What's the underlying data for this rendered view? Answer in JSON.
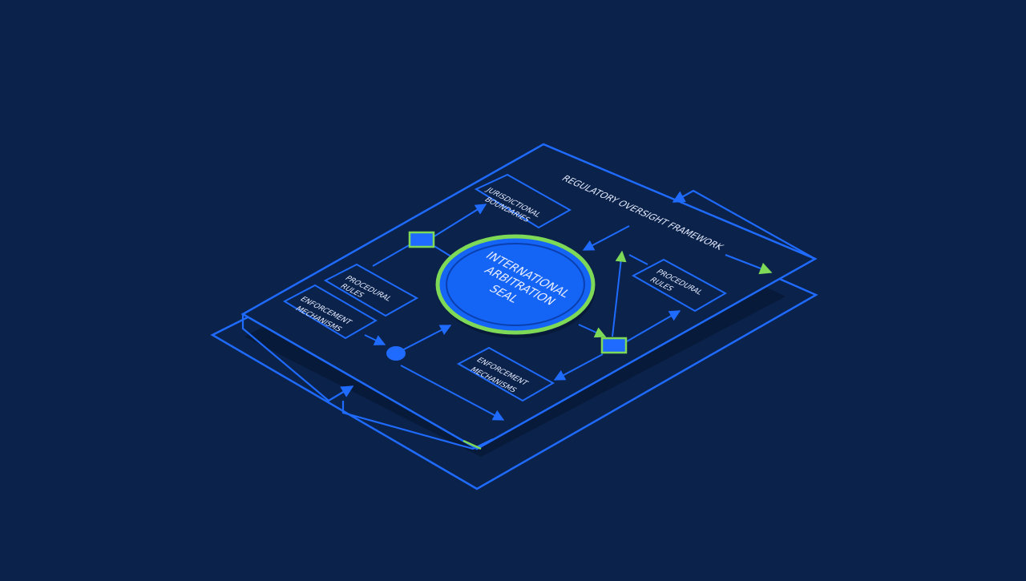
{
  "diagram": {
    "framework_title": "REGULATORY OVERSIGHT FRAMEWORK",
    "center_seal": {
      "line1": "INTERNATIONAL",
      "line2": "ARBITRATION",
      "line3": "SEAL"
    },
    "boxes": {
      "jurisdictional": {
        "line1": "JURISDICTIONAL",
        "line2": "BOUNDARIES"
      },
      "procedural_left": {
        "line1": "PROCEDURAL",
        "line2": "RULES"
      },
      "enforcement_left": {
        "line1": "ENFORCEMENT",
        "line2": "MECHANISMS"
      },
      "procedural_right": {
        "line1": "PROCEDURAL",
        "line2": "RULES"
      },
      "enforcement_right": {
        "line1": "ENFORCEMENT",
        "line2": "MECHANISMS"
      }
    },
    "colors": {
      "background": "#0b224a",
      "line_blue": "#1f6bff",
      "accent_green": "#7ed957",
      "seal_fill": "#1464f5",
      "label_white": "#e6ecff"
    }
  }
}
